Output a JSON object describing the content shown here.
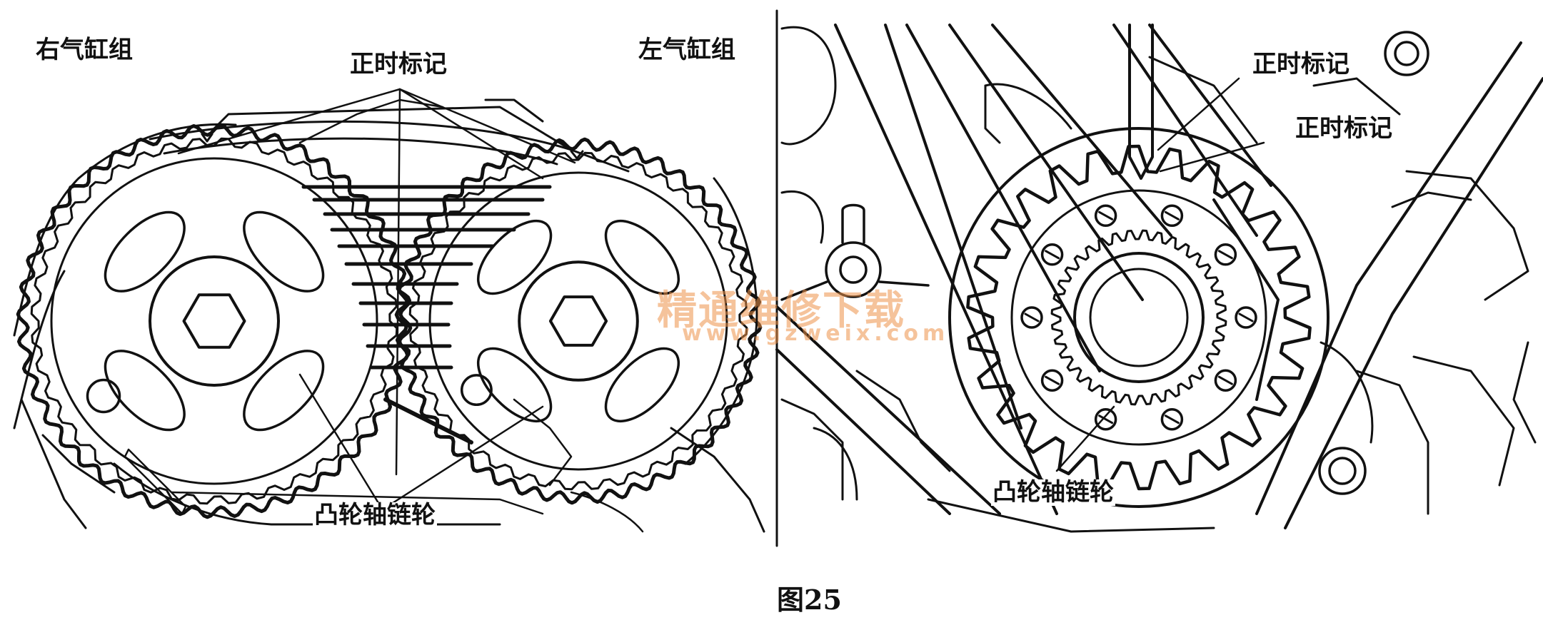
{
  "left_panel": {
    "label_right_bank": "右气缸组",
    "label_left_bank": "左气缸组",
    "label_timing_mark": "正时标记",
    "label_cam_sprocket": "凸轮轴链轮"
  },
  "right_panel": {
    "label_timing_mark_1": "正时标记",
    "label_timing_mark_2": "正时标记",
    "label_cam_sprocket": "凸轮轴链轮"
  },
  "watermark": {
    "cn": "精通维修下载",
    "url": "www.gzweix.com"
  },
  "caption": "图25",
  "colors": {
    "ink": "#111111",
    "paper": "#ffffff",
    "watermark": "#ec9248"
  }
}
